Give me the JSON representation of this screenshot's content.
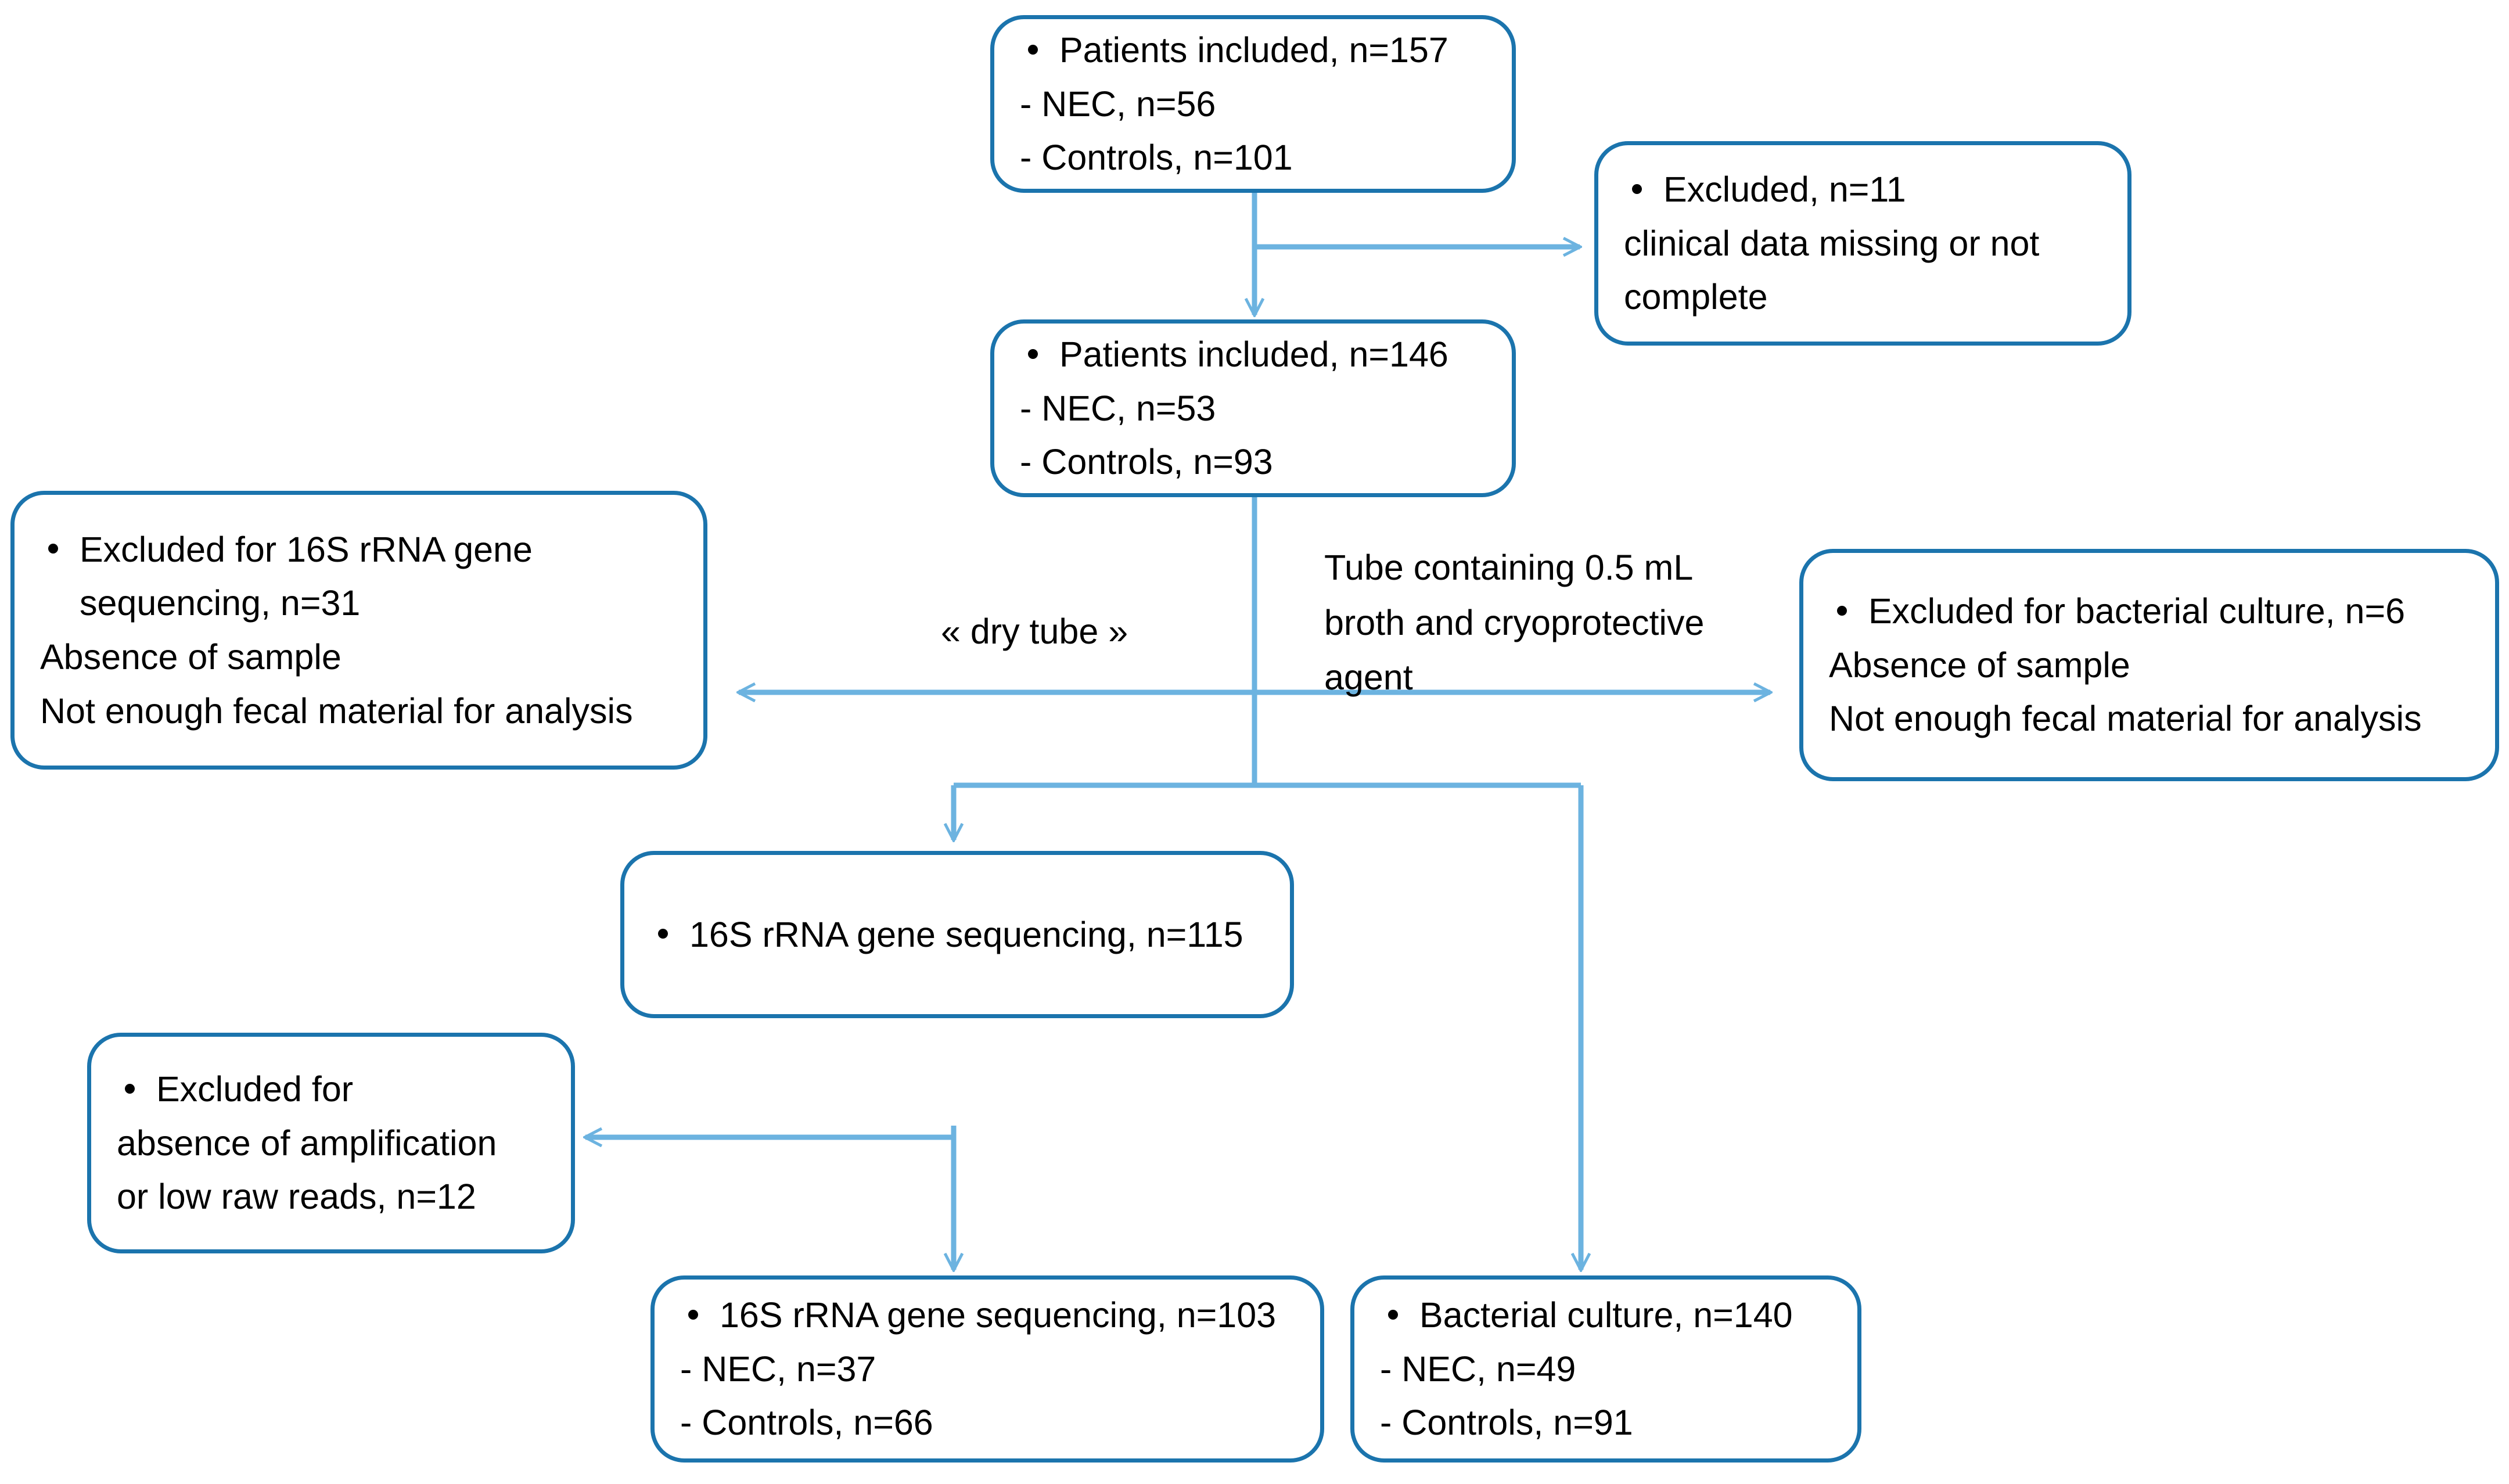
{
  "diagram": {
    "title": "Patient enrollment and sample analysis flow diagram",
    "colors": {
      "node_border": "#1b74ad",
      "connector": "#6cb3e0",
      "text": "#000000",
      "background": "#ffffff"
    },
    "nodes": {
      "patients_included_157": {
        "name": "patients-included-157",
        "lines": [
          {
            "bullet": true,
            "text": "Patients included, n=157"
          },
          {
            "bullet": false,
            "text": "- NEC, n=56"
          },
          {
            "bullet": false,
            "text": "- Controls, n=101"
          }
        ]
      },
      "excluded_11": {
        "name": "excluded-clinical-data",
        "lines": [
          {
            "bullet": true,
            "text": "Excluded, n=11"
          },
          {
            "bullet": false,
            "text": "clinical data missing or not complete"
          }
        ]
      },
      "patients_included_146": {
        "name": "patients-included-146",
        "lines": [
          {
            "bullet": true,
            "text": "Patients included, n=146"
          },
          {
            "bullet": false,
            "text": "- NEC, n=53"
          },
          {
            "bullet": false,
            "text": "- Controls, n=93"
          }
        ]
      },
      "excluded_16s_31": {
        "name": "excluded-16s-sequencing",
        "lines": [
          {
            "bullet": true,
            "text": "Excluded for 16S rRNA gene sequencing, n=31"
          },
          {
            "bullet": false,
            "text": "Absence of sample"
          },
          {
            "bullet": false,
            "text": "Not enough fecal material for analysis"
          }
        ]
      },
      "excluded_culture_6": {
        "name": "excluded-bacterial-culture",
        "lines": [
          {
            "bullet": true,
            "text": "Excluded for bacterial culture, n=6"
          },
          {
            "bullet": false,
            "text": "Absence of sample"
          },
          {
            "bullet": false,
            "text": "Not enough fecal material for analysis"
          }
        ]
      },
      "sequencing_115": {
        "name": "sequencing-115",
        "lines": [
          {
            "bullet": true,
            "text": "16S rRNA gene sequencing,  n=115"
          }
        ]
      },
      "excluded_amplification_12": {
        "name": "excluded-amplification",
        "lines": [
          {
            "bullet": true,
            "text": "Excluded for"
          },
          {
            "bullet": false,
            "text": "absence of amplification"
          },
          {
            "bullet": false,
            "text": "or low raw reads, n=12"
          }
        ]
      },
      "sequencing_103": {
        "name": "sequencing-103",
        "lines": [
          {
            "bullet": true,
            "text": "16S rRNA gene sequencing,  n=103"
          },
          {
            "bullet": false,
            "text": "- NEC, n=37"
          },
          {
            "bullet": false,
            "text": "- Controls, n=66"
          }
        ]
      },
      "culture_140": {
        "name": "bacterial-culture-140",
        "lines": [
          {
            "bullet": true,
            "text": "Bacterial culture, n=140"
          },
          {
            "bullet": false,
            "text": "- NEC, n=49"
          },
          {
            "bullet": false,
            "text": "- Controls, n=91"
          }
        ]
      }
    },
    "edge_labels": {
      "dry_tube": "« dry tube »",
      "broth_tube_l1": "Tube containing 0.5 mL",
      "broth_tube_l2": "broth and cryoprotective",
      "broth_tube_l3": "agent"
    }
  }
}
